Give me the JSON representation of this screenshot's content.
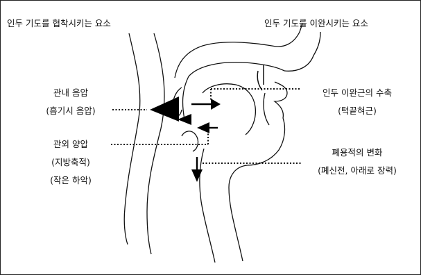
{
  "headers": {
    "narrowing": "인두 기도를 협착시키는 요소",
    "widening": "인두 기도를 이완시키는 요소"
  },
  "left_labels": {
    "intraluminal_line1": "관내 음압",
    "intraluminal_line2": "(흡기시 음압)",
    "extraluminal_line1": "관외 양압",
    "extraluminal_line2": "(지방축적)",
    "extraluminal_line3": "(작은 하악)"
  },
  "right_labels": {
    "muscle_line1": "인두 이완근의 수축",
    "muscle_line2": "(턱끝혀근)",
    "lung_line1": "폐용적의 변화",
    "lung_line2": "(폐신전, 아래로 장력)"
  }
}
